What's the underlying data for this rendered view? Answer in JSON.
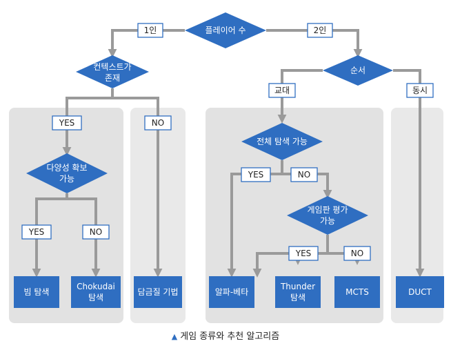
{
  "diagram": {
    "root": "플레이어 수",
    "one_player": "1인",
    "two_player": "2인",
    "context_line1": "컨텍스트가",
    "context_line2": "존재",
    "order": "순서",
    "alternating": "교대",
    "simultaneous": "동시",
    "yes": "YES",
    "no": "NO",
    "diversity_line1": "다양성 확보",
    "diversity_line2": "가능",
    "full_search": "전체 탐색 가능",
    "board_eval_line1": "게임판 평가",
    "board_eval_line2": "가능",
    "beam_search": "빔 탐색",
    "chokudai_line1": "Chokudai",
    "chokudai_line2": "탐색",
    "annealing": "담금질 기법",
    "alpha_beta": "알파-베타",
    "thunder_line1": "Thunder",
    "thunder_line2": "탐색",
    "mcts": "MCTS",
    "duct": "DUCT"
  },
  "caption": "게임 종류와 추천 알고리즘",
  "colors": {
    "node_blue": "#2f6ec1",
    "panel_gray": "#e2e2e2",
    "connector_gray": "#9a9a9a",
    "label_border": "#2f6ec1"
  }
}
